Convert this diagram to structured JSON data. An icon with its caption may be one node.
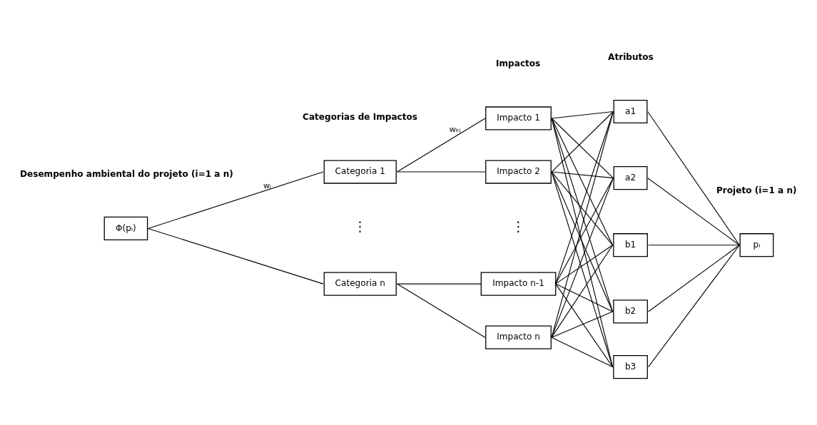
{
  "diagram": {
    "nodes": [
      {
        "text": [
          "Φ(pᵢ)"
        ]
      },
      {
        "text": [
          "Categoria 1"
        ]
      },
      {
        "text": [
          "Categoria n"
        ]
      },
      {
        "text": [
          "Impacto 1"
        ]
      },
      {
        "text": [
          "Impacto 2"
        ]
      },
      {
        "text": [
          "Impacto n-1"
        ]
      },
      {
        "text": [
          "Impacto n"
        ]
      },
      {
        "text": [
          "a1"
        ]
      },
      {
        "text": [
          "a2"
        ]
      },
      {
        "text": [
          "b1"
        ]
      },
      {
        "text": [
          "b2"
        ]
      },
      {
        "text": [
          "b3"
        ]
      },
      {
        "text": [
          "pᵢ"
        ]
      }
    ],
    "edges": [
      {
        "from": 0,
        "to": 1,
        "arrow": "none",
        "label": "wⱼ"
      },
      {
        "from": 0,
        "to": 2,
        "arrow": "none"
      },
      {
        "from": 1,
        "to": 3,
        "arrow": "none",
        "label": "wₖⱼ"
      },
      {
        "from": 1,
        "to": 4,
        "arrow": "none"
      },
      {
        "from": 2,
        "to": 5,
        "arrow": "none"
      },
      {
        "from": 2,
        "to": 6,
        "arrow": "none"
      },
      {
        "from": 3,
        "to": 7,
        "arrow": "none"
      },
      {
        "from": 3,
        "to": 8,
        "arrow": "none"
      },
      {
        "from": 3,
        "to": 9,
        "arrow": "none"
      },
      {
        "from": 3,
        "to": 10,
        "arrow": "none"
      },
      {
        "from": 3,
        "to": 11,
        "arrow": "none"
      },
      {
        "from": 4,
        "to": 7,
        "arrow": "none"
      },
      {
        "from": 4,
        "to": 8,
        "arrow": "none"
      },
      {
        "from": 4,
        "to": 9,
        "arrow": "none"
      },
      {
        "from": 4,
        "to": 10,
        "arrow": "none"
      },
      {
        "from": 4,
        "to": 11,
        "arrow": "none"
      },
      {
        "from": 5,
        "to": 7,
        "arrow": "none"
      },
      {
        "from": 5,
        "to": 8,
        "arrow": "none"
      },
      {
        "from": 5,
        "to": 9,
        "arrow": "none"
      },
      {
        "from": 5,
        "to": 10,
        "arrow": "none"
      },
      {
        "from": 5,
        "to": 11,
        "arrow": "none"
      },
      {
        "from": 6,
        "to": 7,
        "arrow": "none"
      },
      {
        "from": 6,
        "to": 8,
        "arrow": "none"
      },
      {
        "from": 6,
        "to": 9,
        "arrow": "none"
      },
      {
        "from": 6,
        "to": 10,
        "arrow": "none"
      },
      {
        "from": 6,
        "to": 11,
        "arrow": "none"
      },
      {
        "from": 7,
        "to": 12,
        "arrow": "none"
      },
      {
        "from": 8,
        "to": 12,
        "arrow": "none"
      },
      {
        "from": 9,
        "to": 12,
        "arrow": "none"
      },
      {
        "from": 10,
        "to": 12,
        "arrow": "none"
      },
      {
        "from": 11,
        "to": 12,
        "arrow": "none"
      }
    ],
    "labels": [
      "Categorias de Impactos",
      "Impactos",
      "Atributos",
      "Desempenho ambiental do projeto (i=1 a n)",
      "Projeto (i=1 a n)",
      "⋮",
      "⋮"
    ]
  }
}
